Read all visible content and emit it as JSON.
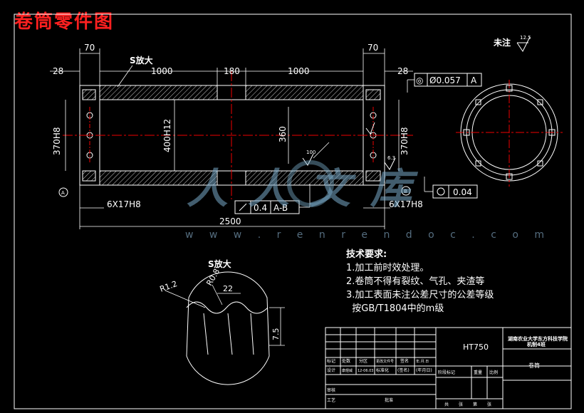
{
  "title": "卷筒零件图",
  "watermark": {
    "text": "人人文库",
    "url": "w w w . r e n r e n d o c . c o m"
  },
  "dimensions": {
    "left_flange_width": "70",
    "right_flange_width": "70",
    "left_inner": "28",
    "right_inner": "28",
    "left_segment": "1000",
    "middle_segment": "180",
    "right_segment": "1000",
    "left_bore": "370H8",
    "right_bore": "370H8",
    "main_bore": "400H12",
    "inner_bore": "360",
    "left_holes": "6X17H8",
    "right_holes": "6X17H8",
    "total_length": "2500",
    "groove_radius": "R1.2",
    "groove_r2": "R0.8",
    "pitch": "22",
    "depth": "7.5"
  },
  "tolerances": {
    "runout_value": "0.4",
    "runout_datum": "A-B",
    "position_symbol": "◎",
    "position_value": "Ø0.057",
    "position_datum": "A",
    "roundness_value": "0.04"
  },
  "roughness": {
    "general": "12.5",
    "surface": "100",
    "bore": "6.3"
  },
  "labels": {
    "s_enlarge": "S放大",
    "s_enlarge_detail": "S放大",
    "unmarked": "未注",
    "datum_a": "A",
    "datum_b": "B"
  },
  "tech_requirements": {
    "heading": "技术要求:",
    "items": [
      "1.加工前时效处理。",
      "2.卷筒不得有裂纹、气孔、夹渣等",
      "3.加工表面未注公差尺寸的公差等级",
      "  按GB/T1804中的m级"
    ]
  },
  "title_block": {
    "material": "HT750",
    "school": "湖南农业大学东方科技学院",
    "school_sub": "机制4班",
    "part_name": "卷筒",
    "row_labels_1": [
      "标记",
      "处数",
      "分区",
      "更改文件号",
      "签名",
      "年.月.日"
    ],
    "row_labels_2": [
      "设计",
      "康煜威",
      "12-06.03",
      "标准化",
      "(签名)",
      "(年月日)"
    ],
    "stage_labels": [
      "阶段标记",
      "重量",
      "比例"
    ],
    "row_labels_3": [
      "审核"
    ],
    "row_labels_4": [
      "工艺",
      "批准"
    ],
    "bottom": [
      "共",
      "张",
      "第",
      "张"
    ]
  }
}
